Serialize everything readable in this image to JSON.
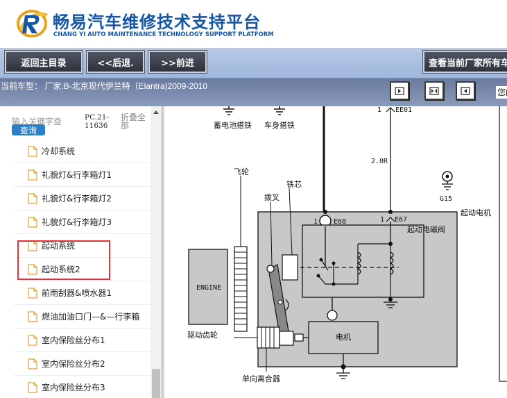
{
  "header": {
    "brand_cn": "畅易汽车维修技术支持平台",
    "brand_en": "CHANG YI AUTO MAINTENANCE TECHNOLOGY SUPPORT PLATFORM",
    "brand_color": "#1656a6"
  },
  "toolbar": {
    "home_label": "返回主目录",
    "back_label": "<<后退.",
    "forward_label": ">>前进",
    "vendor_label": "查看当前厂家所有车"
  },
  "model_bar": {
    "current_model": "当前车型：  厂家:B-北京现代伊兰特（Elantra)2009-2010",
    "tail_text": "您的"
  },
  "left_panel": {
    "search_placeholder": "输入关键字查",
    "query_label": "查询",
    "pc_code": "PC.21-11636",
    "collapse_all": "折叠全部",
    "items": [
      {
        "label": "冷却系统"
      },
      {
        "label": "礼貌灯&行李箱灯1"
      },
      {
        "label": "礼貌灯&行李箱灯2"
      },
      {
        "label": "礼貌灯&行李箱灯3"
      },
      {
        "label": "起动系统"
      },
      {
        "label": "起动系统2"
      },
      {
        "label": "前雨刮器&喷水器1"
      },
      {
        "label": "燃油加油口门—&—行李箱"
      },
      {
        "label": "室内保险丝分布1"
      },
      {
        "label": "室内保险丝分布2"
      },
      {
        "label": "室内保险丝分布3"
      }
    ],
    "highlight_color": "#e0303a"
  },
  "diagram": {
    "battery_ground": "蓄电池搭铁",
    "body_ground": "车身搭铁",
    "conn_ee01": "EE01",
    "conn_ee01_pin": "1",
    "wire_20r": "2.0R",
    "g15": "G15",
    "flywheel": "飞轮",
    "iron_core": "铁芯",
    "shift_fork": "拨叉",
    "starter_motor": "起动电机",
    "conn_e68": "E68",
    "conn_e68_pin": "1",
    "conn_e67": "E67",
    "conn_e67_pin": "1",
    "solenoid": "起动电磁阀",
    "engine": "ENGINE",
    "drive_gear": "驱动齿轮",
    "motor": "电机",
    "one_way_clutch": "单向离合器"
  }
}
